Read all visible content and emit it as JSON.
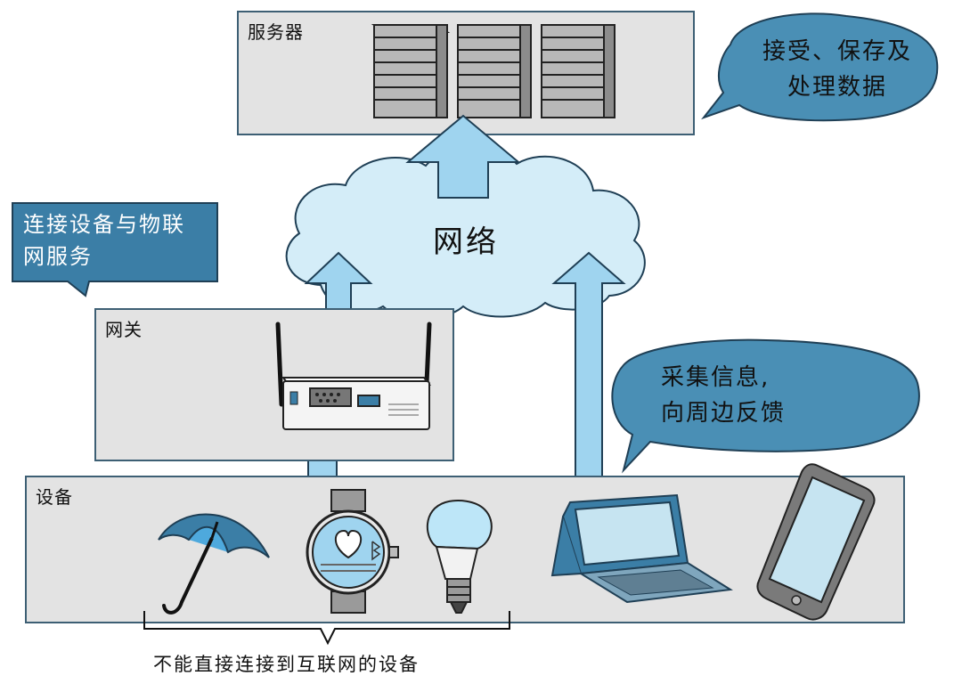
{
  "panels": {
    "server": "服务器",
    "gateway": "网关",
    "devices": "设备"
  },
  "cloud_label": "网络",
  "callouts": {
    "server_role": [
      "接受、保存及",
      "处理数据"
    ],
    "gateway_role": [
      "连接设备与物联",
      "网服务"
    ],
    "device_role": [
      "采集信息,",
      "向周边反馈"
    ]
  },
  "bottom_label": "不能直接连接到互联网的设备",
  "colors": {
    "panel_fill": "#e3e3e3",
    "panel_border": "#3d5f74",
    "arrow_fill": "#9fd4ef",
    "cloud_fill": "#d4edf8",
    "bubble_fill": "#4a8fb5",
    "callout_fill": "#3b7ea6"
  },
  "icons": [
    "server-rack-icon",
    "umbrella-icon",
    "smartwatch-icon",
    "light-bulb-icon",
    "tablet-icon",
    "smartphone-icon",
    "gateway-router-icon"
  ]
}
